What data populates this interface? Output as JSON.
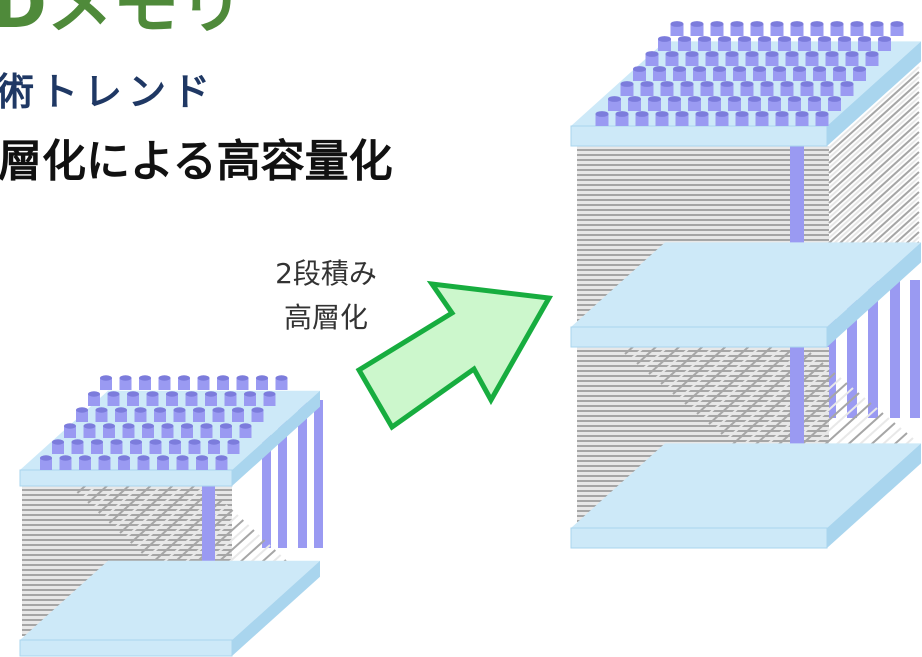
{
  "texts": {
    "title": "Dメモリ",
    "subtitle": "術トレンド",
    "headline": "層化による高容量化",
    "arrow_line1": "2段積み",
    "arrow_line2": "高層化"
  },
  "colors": {
    "title": "#4f8a3a",
    "subtitle": "#1f3864",
    "headline": "#111111",
    "label": "#333333",
    "arrow_fill": "#ccf7cc",
    "arrow_stroke": "#17ad3f",
    "plate_top": "#cde9f8",
    "plate_side": "#a9d5ee",
    "pillar": "#9a9af2",
    "pillar_dark": "#7c7cdc",
    "layer_light": "#e8e8e8",
    "layer_dark": "#a6a6a6"
  }
}
